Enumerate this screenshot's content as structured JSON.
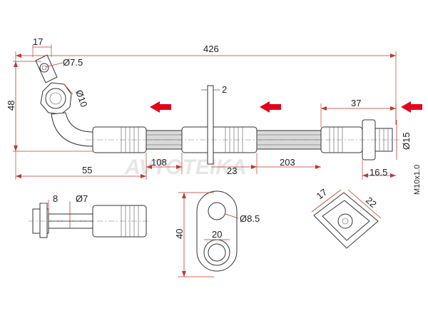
{
  "dimensions": {
    "total_length": "426",
    "bracket_width": "17",
    "hole_small": "Ø7.5",
    "hole_main": "Ø10",
    "height": "48",
    "thickness_mid": "2",
    "right_section": "37",
    "fitting_dia": "Ø15",
    "left_section": "55",
    "seg_108": "108",
    "seg_23": "23",
    "seg_203": "203",
    "fitting_len": "16.5",
    "thread": "M10x1.0",
    "pin_width": "8",
    "pin_dia": "Ø7",
    "plate_height": "40",
    "plate_width": "20",
    "plate_hole": "Ø8.5",
    "square_a": "17",
    "square_b": "22"
  },
  "watermark": "AVTOTEIKA",
  "colors": {
    "dimension": "#c0392b",
    "arrow": "#e3001b"
  }
}
